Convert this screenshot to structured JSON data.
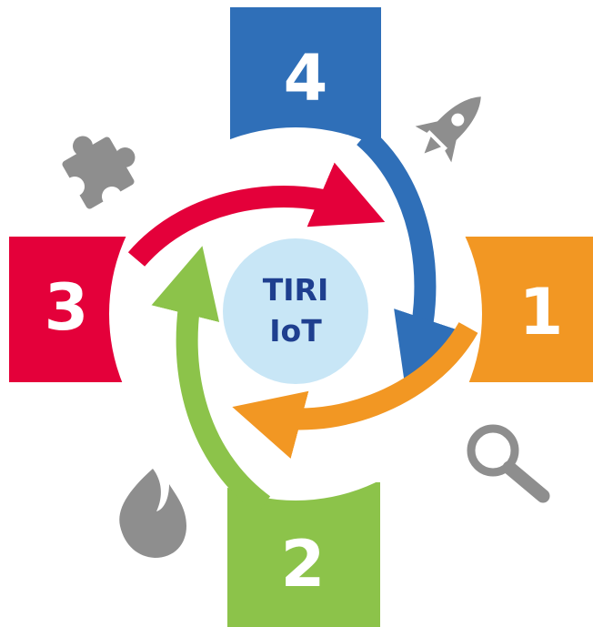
{
  "center": {
    "line1": "TIRI",
    "line2": "IoT"
  },
  "steps": [
    {
      "number": "1",
      "color": "#f29723",
      "icon": "magnifier-icon"
    },
    {
      "number": "2",
      "color": "#8cc34a",
      "icon": "flame-icon"
    },
    {
      "number": "3",
      "color": "#e4003a",
      "icon": "puzzle-icon"
    },
    {
      "number": "4",
      "color": "#2f6fb8",
      "icon": "rocket-icon"
    }
  ],
  "colors": {
    "icon_gray": "#8e8e8e",
    "center_fill": "#c8e6f6",
    "center_text": "#1f3f8f"
  }
}
